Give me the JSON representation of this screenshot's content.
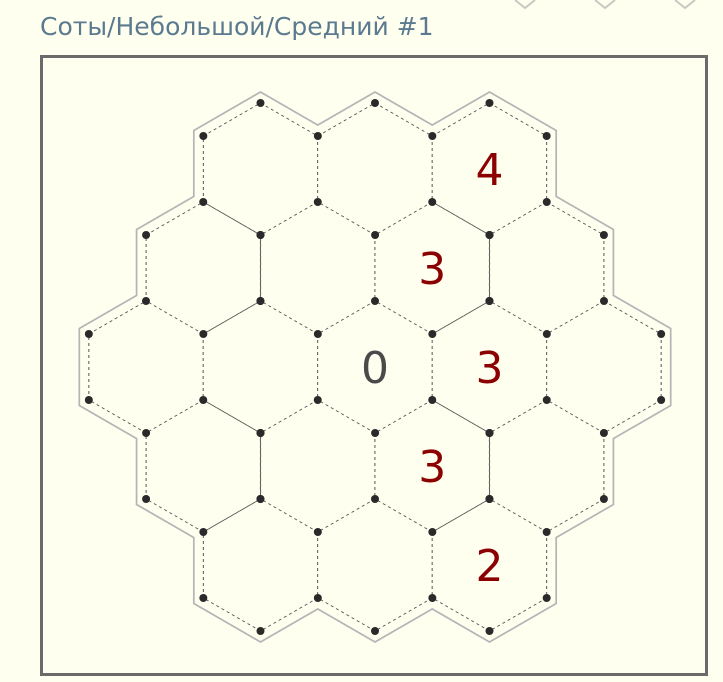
{
  "title": "Соты/Небольшой/Средний #1",
  "colors": {
    "background": "#fffff0",
    "title": "#5b7a8f",
    "frame": "#6a6a6a",
    "clue": "#8b0000",
    "clue_given": "#4a4a4a",
    "dot": "#2a2a2a",
    "grid_line": "#555555",
    "outline": "#b5b5b5"
  },
  "puzzle": {
    "rows": [
      [
        {
          "clue": ""
        },
        {
          "clue": ""
        },
        {
          "clue": "4"
        }
      ],
      [
        {
          "clue": ""
        },
        {
          "clue": ""
        },
        {
          "clue": "3"
        },
        {
          "clue": ""
        }
      ],
      [
        {
          "clue": ""
        },
        {
          "clue": ""
        },
        {
          "clue": "0",
          "style": "given"
        },
        {
          "clue": "3"
        },
        {
          "clue": ""
        }
      ],
      [
        {
          "clue": ""
        },
        {
          "clue": ""
        },
        {
          "clue": "3"
        },
        {
          "clue": ""
        }
      ],
      [
        {
          "clue": ""
        },
        {
          "clue": ""
        },
        {
          "clue": "2"
        }
      ]
    ]
  }
}
